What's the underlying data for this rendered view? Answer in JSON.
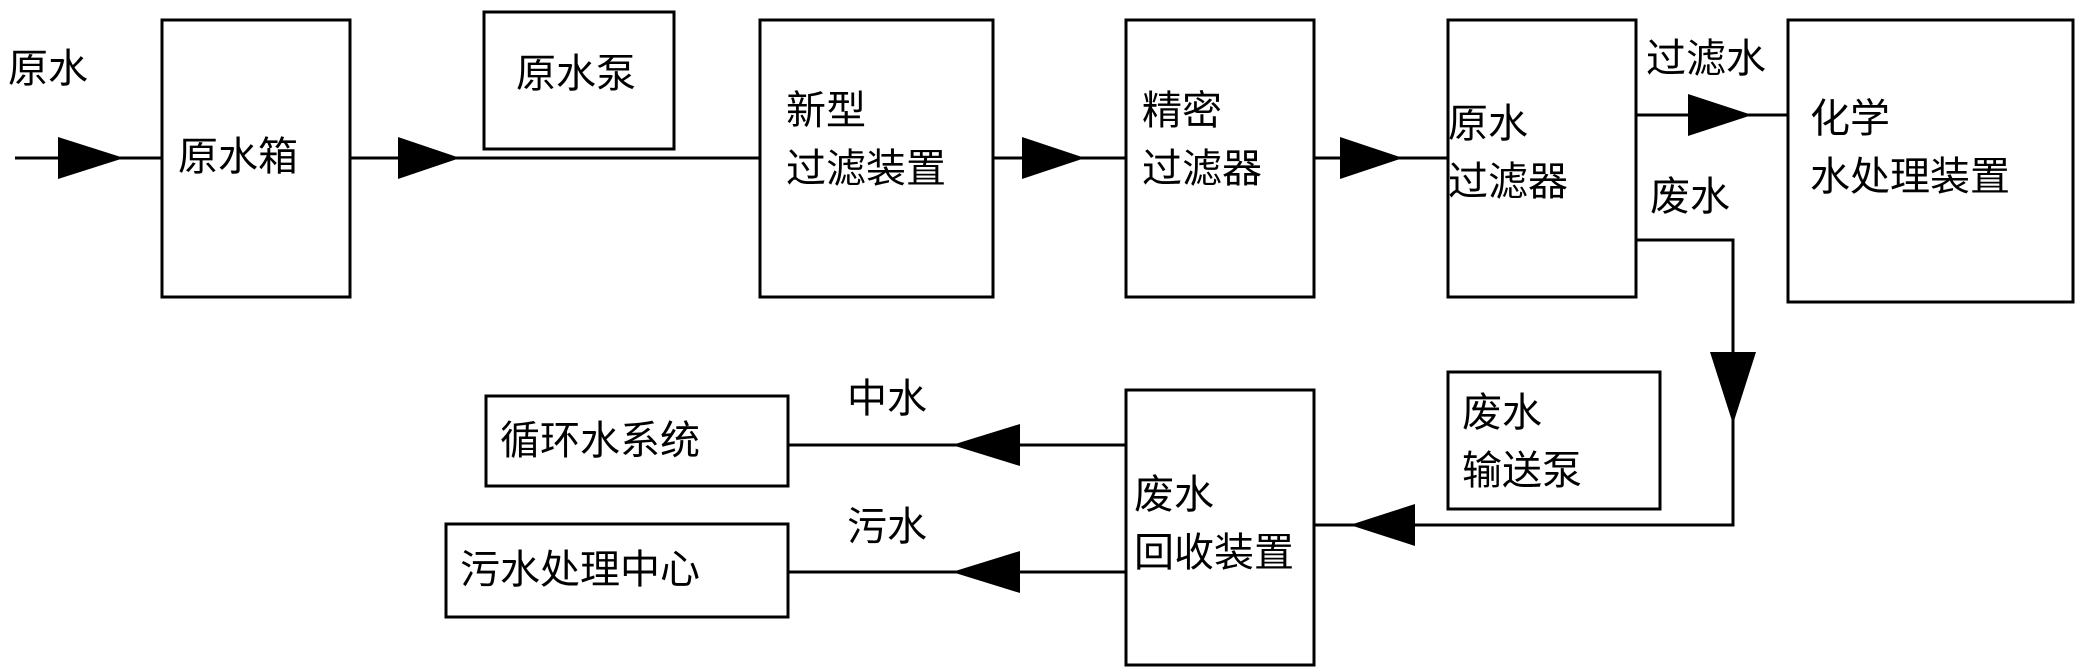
{
  "diagram": {
    "input_label": "原水",
    "pump_raw": "原水泵",
    "tank": "原水箱",
    "new_filter": [
      "新型",
      "过滤装置"
    ],
    "precision_filter": [
      "精密",
      "过滤器"
    ],
    "raw_filter": [
      "原水",
      "过滤器"
    ],
    "filtered_water_label": "过滤水",
    "waste_water_label": "废水",
    "chemical_unit": [
      "化学",
      "水处理装置"
    ],
    "waste_pump": [
      "废水",
      "输送泵"
    ],
    "recovery_unit": [
      "废水",
      "回收装置"
    ],
    "reclaimed_water_label": "中水",
    "sewage_label": "污水",
    "circulation_system": "循环水系统",
    "sewage_center": "污水处理中心"
  },
  "colors": {
    "line": "#000000",
    "background": "#ffffff"
  }
}
